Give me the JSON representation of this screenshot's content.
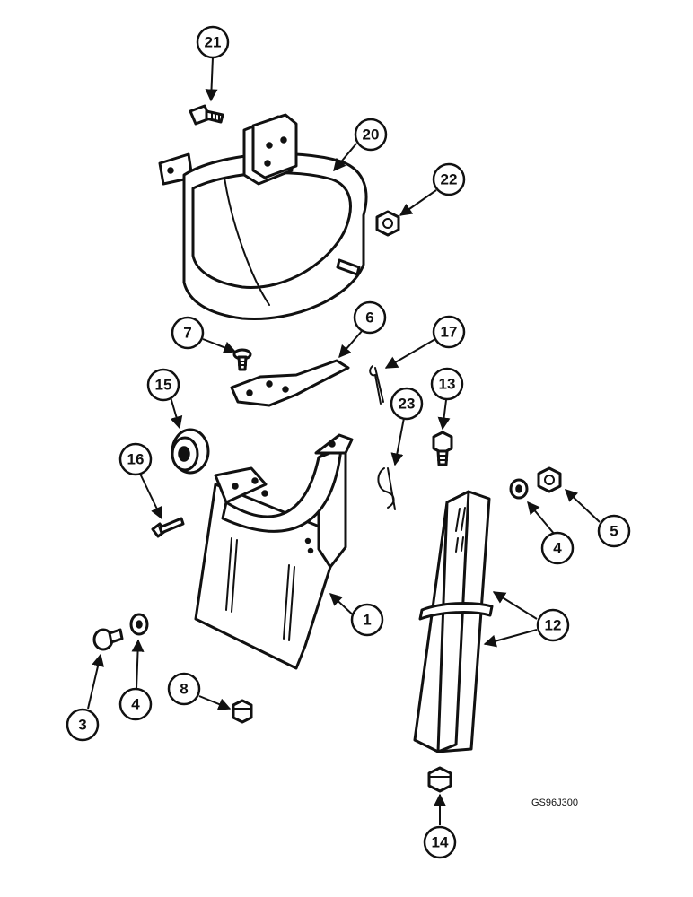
{
  "diagram": {
    "reference_code": "GS96J300",
    "callouts": [
      {
        "id": "c21",
        "label": "21"
      },
      {
        "id": "c20",
        "label": "20"
      },
      {
        "id": "c22",
        "label": "22"
      },
      {
        "id": "c6",
        "label": "6"
      },
      {
        "id": "c7",
        "label": "7"
      },
      {
        "id": "c17",
        "label": "17"
      },
      {
        "id": "c15",
        "label": "15"
      },
      {
        "id": "c13",
        "label": "13"
      },
      {
        "id": "c23",
        "label": "23"
      },
      {
        "id": "c16",
        "label": "16"
      },
      {
        "id": "c4a",
        "label": "4"
      },
      {
        "id": "c5",
        "label": "5"
      },
      {
        "id": "c1",
        "label": "1"
      },
      {
        "id": "c12",
        "label": "12"
      },
      {
        "id": "c3",
        "label": "3"
      },
      {
        "id": "c4b",
        "label": "4"
      },
      {
        "id": "c8",
        "label": "8"
      },
      {
        "id": "c14",
        "label": "14"
      }
    ]
  }
}
